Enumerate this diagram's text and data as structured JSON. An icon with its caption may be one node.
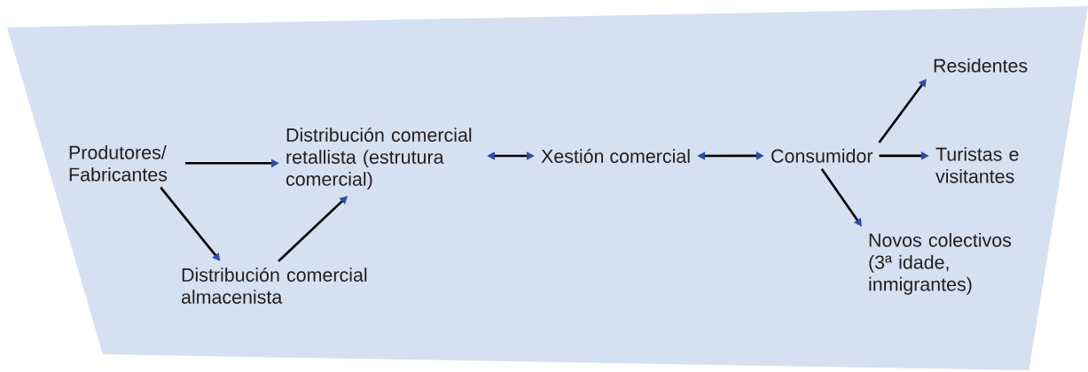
{
  "diagram": {
    "nodes": [
      {
        "text": [
          "Produtores/ Fabricantes"
        ]
      },
      {
        "text": [
          "Distribución comercial retallista (estrutura comercial)"
        ]
      },
      {
        "text": [
          "Distribución comercial almacenista"
        ]
      },
      {
        "text": [
          "Xestión comercial"
        ]
      },
      {
        "text": [
          "Consumidor"
        ]
      },
      {
        "text": [
          "Residentes"
        ]
      },
      {
        "text": [
          "Turistas e visitantes"
        ]
      },
      {
        "text": [
          "Novos colectivos (3ª idade, inmigrantes)"
        ]
      }
    ],
    "edges": [
      {
        "from": 0,
        "to": 1,
        "arrow": "to"
      },
      {
        "from": 0,
        "to": 2,
        "arrow": "to"
      },
      {
        "from": 2,
        "to": 1,
        "arrow": "to"
      },
      {
        "from": 1,
        "to": 3,
        "arrow": "both"
      },
      {
        "from": 3,
        "to": 4,
        "arrow": "both"
      },
      {
        "from": 4,
        "to": 5,
        "arrow": "to"
      },
      {
        "from": 4,
        "to": 6,
        "arrow": "to"
      },
      {
        "from": 4,
        "to": 7,
        "arrow": "to"
      }
    ]
  }
}
